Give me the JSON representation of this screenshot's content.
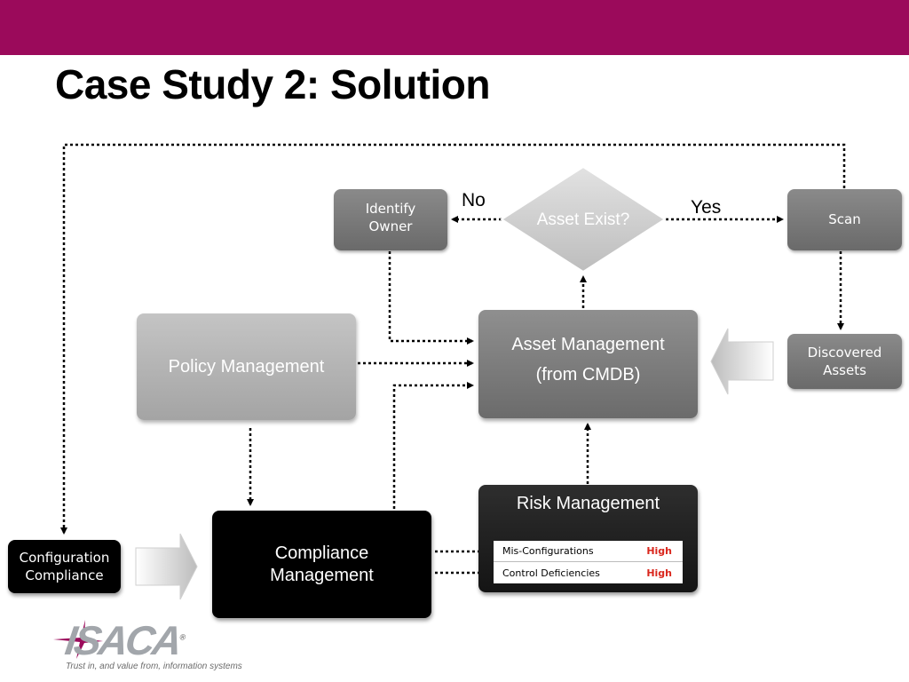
{
  "slide": {
    "title": "Case Study 2: Solution",
    "header_color": "#9b0a5b"
  },
  "diagram": {
    "identify_owner": "Identify Owner",
    "asset_exist": "Asset Exist?",
    "no_label": "No",
    "yes_label": "Yes",
    "scan": "Scan",
    "discovered_assets": "Discovered Assets",
    "asset_management_line1": "Asset Management",
    "asset_management_line2": "(from CMDB)",
    "policy_management": "Policy Management",
    "risk_management": "Risk Management",
    "compliance_management": "Compliance Management",
    "configuration_compliance": "Configuration Compliance",
    "risks": [
      {
        "name": "Mis-Configurations",
        "level": "High"
      },
      {
        "name": "Control Deficiencies",
        "level": "High"
      }
    ]
  },
  "logo": {
    "name": "ISACA",
    "registered": "®",
    "tagline": "Trust in, and value from, information systems"
  }
}
